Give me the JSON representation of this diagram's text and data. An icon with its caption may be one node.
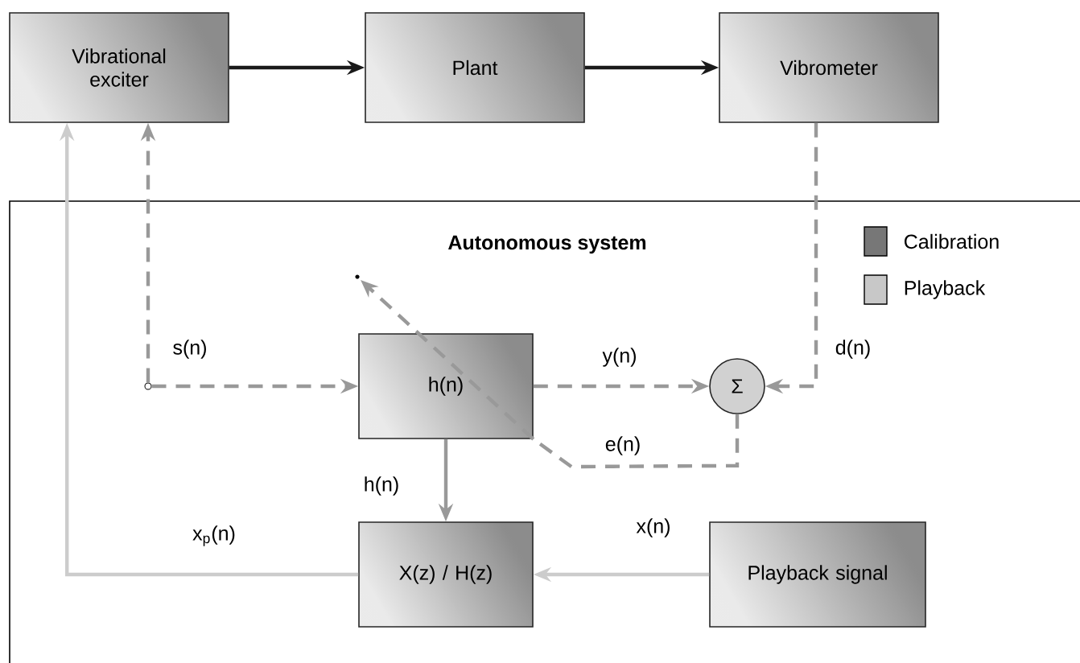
{
  "diagram": {
    "nodes": [
      {
        "text": [
          "Vibrational exciter"
        ]
      },
      {
        "text": [
          "Plant"
        ]
      },
      {
        "text": [
          "Vibrometer"
        ]
      },
      {
        "text": [
          "Autonomous system"
        ]
      },
      {
        "text": [],
        "shape": "circle",
        "in": 3,
        "beside": [
          "s(n)"
        ]
      },
      {
        "text": [
          "h(n)"
        ],
        "in": 3
      },
      {
        "text": [
          "Σ"
        ],
        "in": 3
      },
      {
        "text": [
          "X(z) / H(z)"
        ],
        "in": 3
      },
      {
        "text": [
          "Playback signal"
        ],
        "in": 3
      }
    ],
    "edges": [
      {
        "from": 0,
        "to": 1,
        "arrow": "to",
        "color": "#1a1a1a"
      },
      {
        "from": 1,
        "to": 2,
        "arrow": "to",
        "color": "#1a1a1a"
      },
      {
        "from": 4,
        "to": 0,
        "arrow": "to",
        "style": "dashed"
      },
      {
        "from": 4,
        "to": 5,
        "arrow": "to",
        "style": "dashed"
      },
      {
        "from": 5,
        "to": 6,
        "arrow": "to",
        "style": "dashed",
        "label": "y(n)"
      },
      {
        "from": 2,
        "to": 6,
        "arrow": "to",
        "style": "dashed",
        "label": "d(n)"
      },
      {
        "from": 6,
        "to": 5,
        "arrow": "none",
        "style": "dashed",
        "label": "e(n)"
      },
      {
        "from": 5,
        "to": 7,
        "arrow": "to",
        "label": "h(n)"
      },
      {
        "from": 8,
        "to": 7,
        "arrow": "to",
        "color": "#cccccc",
        "label": "x(n)"
      },
      {
        "from": 7,
        "to": 0,
        "arrow": "to",
        "color": "#cccccc",
        "label": "x$_{p}$(n)"
      }
    ],
    "legend": [
      {
        "text": "Calibration",
        "color": "#777777"
      },
      {
        "text": "Playback",
        "color": "#c8c8c8"
      }
    ]
  }
}
